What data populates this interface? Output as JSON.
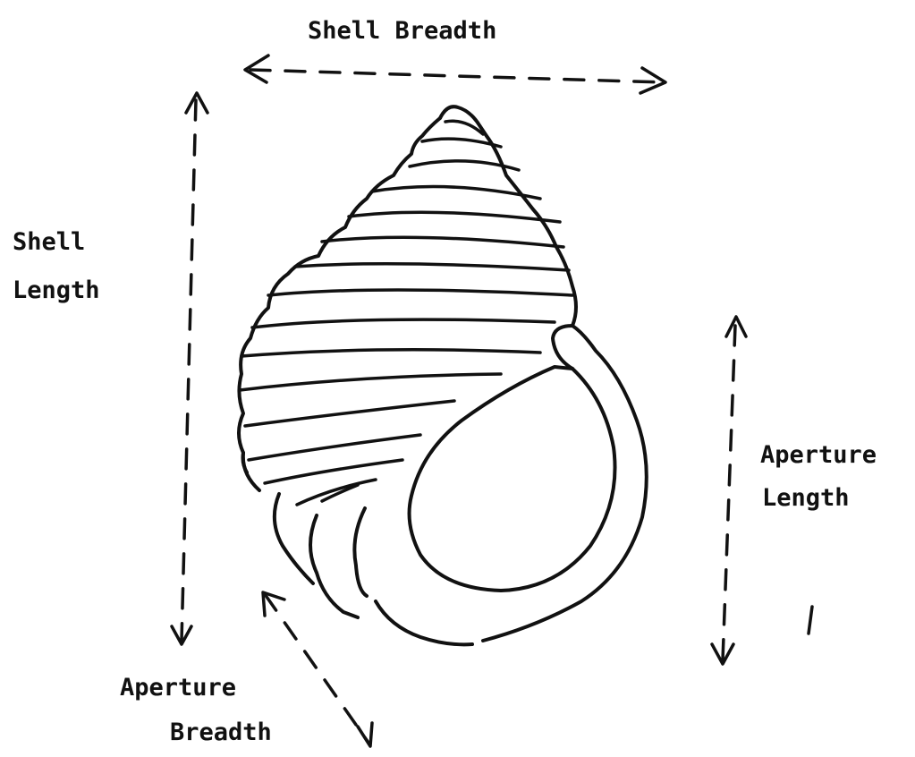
{
  "labels": {
    "shell_breadth": "Shell Breadth",
    "shell_length_line1": "Shell",
    "shell_length_line2": "Length",
    "aperture_length_line1": "Aperture",
    "aperture_length_line2": "Length",
    "aperture_breadth_line1": "Aperture",
    "aperture_breadth_line2": "Breadth"
  }
}
